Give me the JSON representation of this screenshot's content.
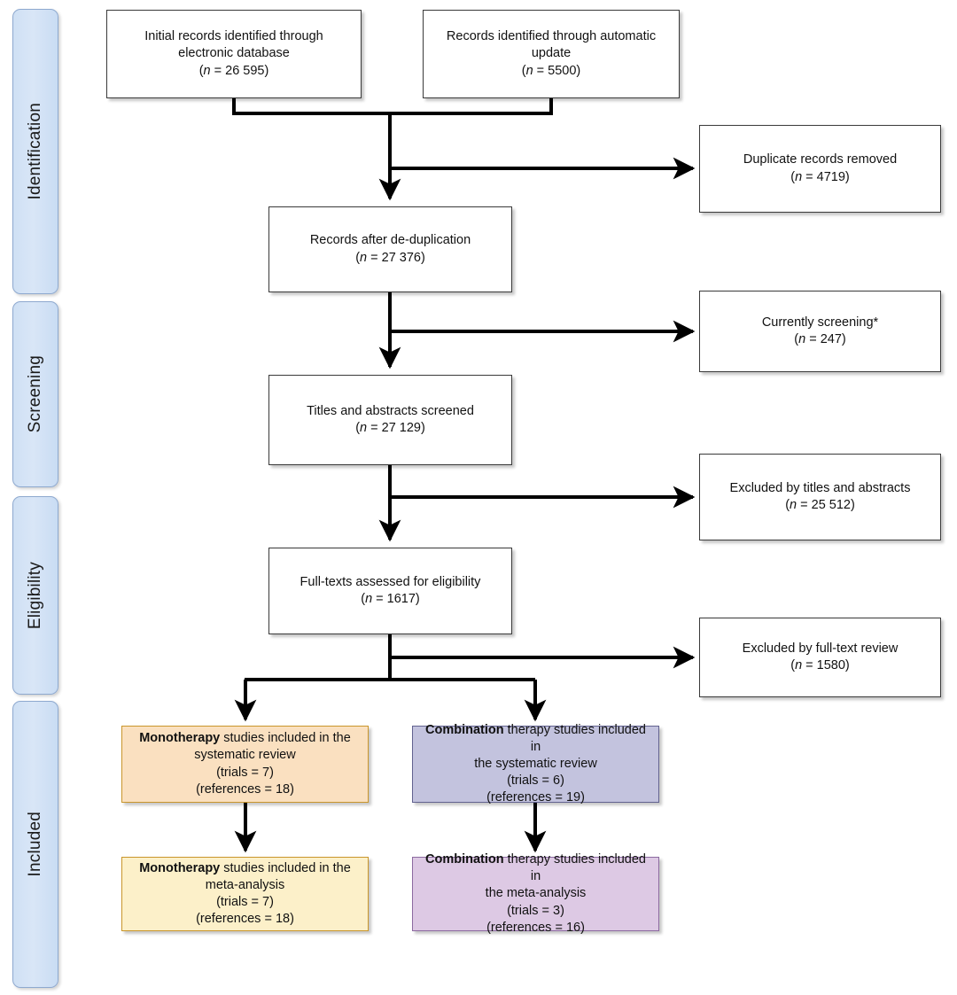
{
  "diagram": {
    "type": "prisma-flow-diagram",
    "footnote_marker": "*",
    "colors": {
      "stage_bar_fill": "#d2e2f5",
      "stage_bar_border": "#8ea9cf",
      "box_border": "#3a3a3a",
      "box_fill": "#ffffff",
      "mono_review_fill": "#fae0c0",
      "mono_review_border": "#c9962c",
      "mono_meta_fill": "#fcf0c9",
      "mono_meta_border": "#c9962c",
      "combo_review_fill": "#c3c3de",
      "combo_review_border": "#62628f",
      "combo_meta_fill": "#ddc9e4",
      "combo_meta_border": "#8c6aa0",
      "arrow": "#000000"
    }
  },
  "stages": [
    {
      "id": "identification",
      "label": "Identification"
    },
    {
      "id": "screening",
      "label": "Screening"
    },
    {
      "id": "eligibility",
      "label": "Eligibility"
    },
    {
      "id": "included",
      "label": "Included"
    }
  ],
  "nodes": {
    "initial_records": {
      "line1": "Initial records identified through",
      "line2": "electronic database",
      "count_prefix": "(",
      "count_italic": "n",
      "count_value": " = 26 595)"
    },
    "auto_update": {
      "line1": "Records identified through automatic",
      "line2": "update",
      "count_prefix": "(",
      "count_italic": "n",
      "count_value": " = 5500)"
    },
    "duplicates_removed": {
      "line1": "Duplicate records removed",
      "count_prefix": "(",
      "count_italic": "n",
      "count_value": " = 4719)"
    },
    "after_dedup": {
      "line1": "Records after de-duplication",
      "count_prefix": "(",
      "count_italic": "n",
      "count_value": " = 27 376)"
    },
    "currently_screening": {
      "line1": "Currently screening*",
      "count_prefix": "(",
      "count_italic": "n",
      "count_value": " = 247)"
    },
    "titles_abstracts_screened": {
      "line1": "Titles and abstracts screened",
      "count_prefix": "(",
      "count_italic": "n",
      "count_value": " = 27 129)"
    },
    "excluded_titles_abstracts": {
      "line1": "Excluded by titles and abstracts",
      "count_prefix": "(",
      "count_italic": "n",
      "count_value": " = 25 512)"
    },
    "fulltext_assessed": {
      "line1": "Full-texts assessed for eligibility",
      "count_prefix": "(",
      "count_italic": "n",
      "count_value": " = 1617)"
    },
    "excluded_fulltext": {
      "line1": "Excluded by full-text review",
      "count_prefix": "(",
      "count_italic": "n",
      "count_value": " = 1580)"
    },
    "mono_systematic_review": {
      "bold": "Monotherapy",
      "line1_rest": " studies included in the",
      "line2": "systematic review",
      "trials": "(trials = 7)",
      "references": "(references = 18)"
    },
    "combo_systematic_review": {
      "bold": "Combination",
      "line1_rest": " therapy studies included in",
      "line2": "the systematic review",
      "trials": "(trials = 6)",
      "references": "(references = 19)"
    },
    "mono_meta_analysis": {
      "bold": "Monotherapy",
      "line1_rest": " studies included in the",
      "line2": "meta-analysis",
      "trials": "(trials = 7)",
      "references": "(references = 18)"
    },
    "combo_meta_analysis": {
      "bold": "Combination",
      "line1_rest": " therapy studies included in",
      "line2": "the meta-analysis",
      "trials": "(trials = 3)",
      "references": "(references = 16)"
    }
  },
  "chart_data": {
    "type": "diagram",
    "title": "PRISMA study selection flow diagram",
    "stages": [
      "Identification",
      "Screening",
      "Eligibility",
      "Included"
    ],
    "flow": [
      {
        "id": "initial_records",
        "stage": "Identification",
        "label": "Initial records identified through electronic database",
        "n": 26595
      },
      {
        "id": "auto_update",
        "stage": "Identification",
        "label": "Records identified through automatic update",
        "n": 5500
      },
      {
        "id": "duplicates_removed",
        "stage": "Identification",
        "label": "Duplicate records removed",
        "n": 4719
      },
      {
        "id": "after_dedup",
        "stage": "Identification",
        "label": "Records after de-duplication",
        "n": 27376
      },
      {
        "id": "currently_screening",
        "stage": "Screening",
        "label": "Currently screening*",
        "n": 247
      },
      {
        "id": "titles_abstracts_screened",
        "stage": "Screening",
        "label": "Titles and abstracts screened",
        "n": 27129
      },
      {
        "id": "excluded_titles_abstracts",
        "stage": "Screening",
        "label": "Excluded by titles and abstracts",
        "n": 25512
      },
      {
        "id": "fulltext_assessed",
        "stage": "Eligibility",
        "label": "Full-texts assessed for eligibility",
        "n": 1617
      },
      {
        "id": "excluded_fulltext",
        "stage": "Eligibility",
        "label": "Excluded by full-text review",
        "n": 1580
      },
      {
        "id": "mono_systematic_review",
        "stage": "Included",
        "label": "Monotherapy studies included in the systematic review",
        "trials": 7,
        "references": 18
      },
      {
        "id": "combo_systematic_review",
        "stage": "Included",
        "label": "Combination therapy studies included in the systematic review",
        "trials": 6,
        "references": 19
      },
      {
        "id": "mono_meta_analysis",
        "stage": "Included",
        "label": "Monotherapy studies included in the meta-analysis",
        "trials": 7,
        "references": 18
      },
      {
        "id": "combo_meta_analysis",
        "stage": "Included",
        "label": "Combination therapy studies included in the meta-analysis",
        "trials": 3,
        "references": 16
      }
    ],
    "edges": [
      {
        "from": "initial_records",
        "to": "after_dedup"
      },
      {
        "from": "auto_update",
        "to": "after_dedup"
      },
      {
        "from": "after_dedup",
        "to": "duplicates_removed"
      },
      {
        "from": "after_dedup",
        "to": "titles_abstracts_screened"
      },
      {
        "from": "after_dedup",
        "to": "currently_screening"
      },
      {
        "from": "titles_abstracts_screened",
        "to": "excluded_titles_abstracts"
      },
      {
        "from": "titles_abstracts_screened",
        "to": "fulltext_assessed"
      },
      {
        "from": "fulltext_assessed",
        "to": "excluded_fulltext"
      },
      {
        "from": "fulltext_assessed",
        "to": "mono_systematic_review"
      },
      {
        "from": "fulltext_assessed",
        "to": "combo_systematic_review"
      },
      {
        "from": "mono_systematic_review",
        "to": "mono_meta_analysis"
      },
      {
        "from": "combo_systematic_review",
        "to": "combo_meta_analysis"
      }
    ]
  }
}
